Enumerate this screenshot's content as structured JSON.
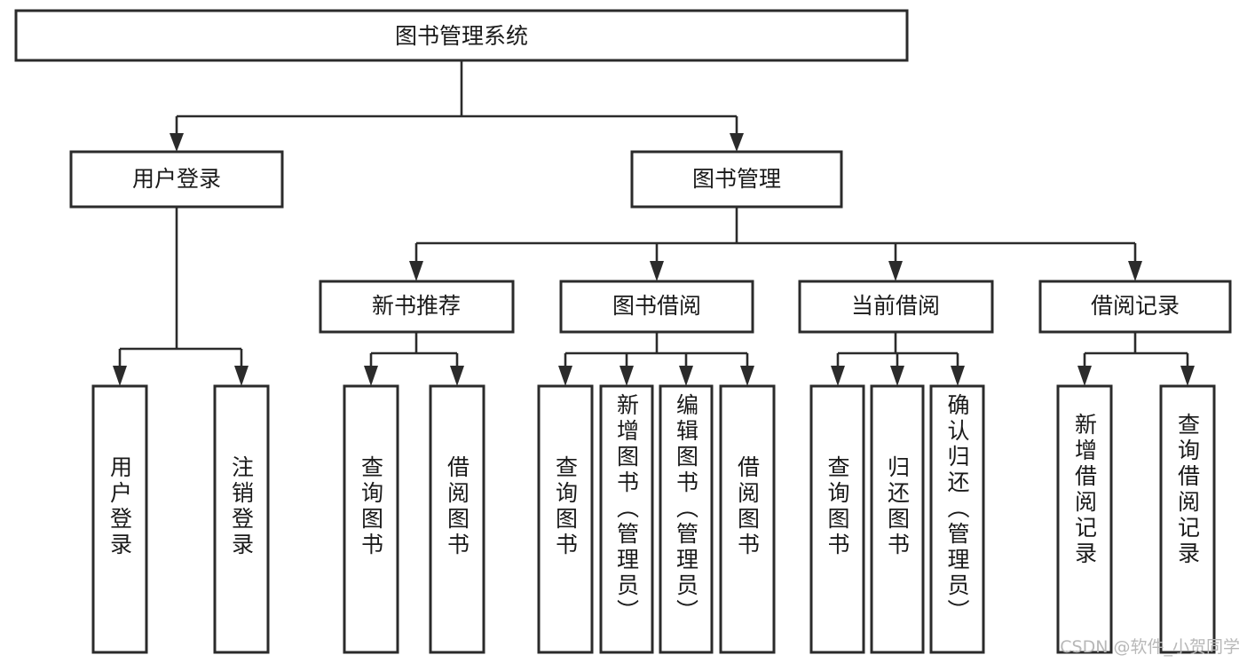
{
  "diagram": {
    "title": "图书管理系统",
    "type": "tree-hierarchy-flowchart",
    "orientation": "top-down",
    "colors": {
      "node_fill": "#ffffff",
      "node_stroke": "#2b2b2b",
      "text": "#1a1a1a",
      "background": "#ffffff",
      "watermark": "#b8b8b8"
    },
    "root": {
      "label": "图书管理系统"
    },
    "level2": [
      {
        "label": "用户登录"
      },
      {
        "label": "图书管理"
      }
    ],
    "level3": [
      {
        "label": "新书推荐"
      },
      {
        "label": "图书借阅"
      },
      {
        "label": "当前借阅"
      },
      {
        "label": "借阅记录"
      }
    ],
    "leaves": {
      "user_login": [
        {
          "label": "用户登录"
        },
        {
          "label": "注销登录"
        }
      ],
      "new_book_recommend": [
        {
          "label": "查询图书"
        },
        {
          "label": "借阅图书"
        }
      ],
      "book_borrow": [
        {
          "label": "查询图书"
        },
        {
          "label": "新增图书（管理员）"
        },
        {
          "label": "编辑图书（管理员）"
        },
        {
          "label": "借阅图书"
        }
      ],
      "current_borrow": [
        {
          "label": "查询图书"
        },
        {
          "label": "归还图书"
        },
        {
          "label": "确认归还（管理员）"
        }
      ],
      "borrow_record": [
        {
          "label": "新增借阅记录"
        },
        {
          "label": "查询借阅记录"
        }
      ]
    }
  },
  "watermark": {
    "text": "CSDN @软件_小贺同学"
  }
}
